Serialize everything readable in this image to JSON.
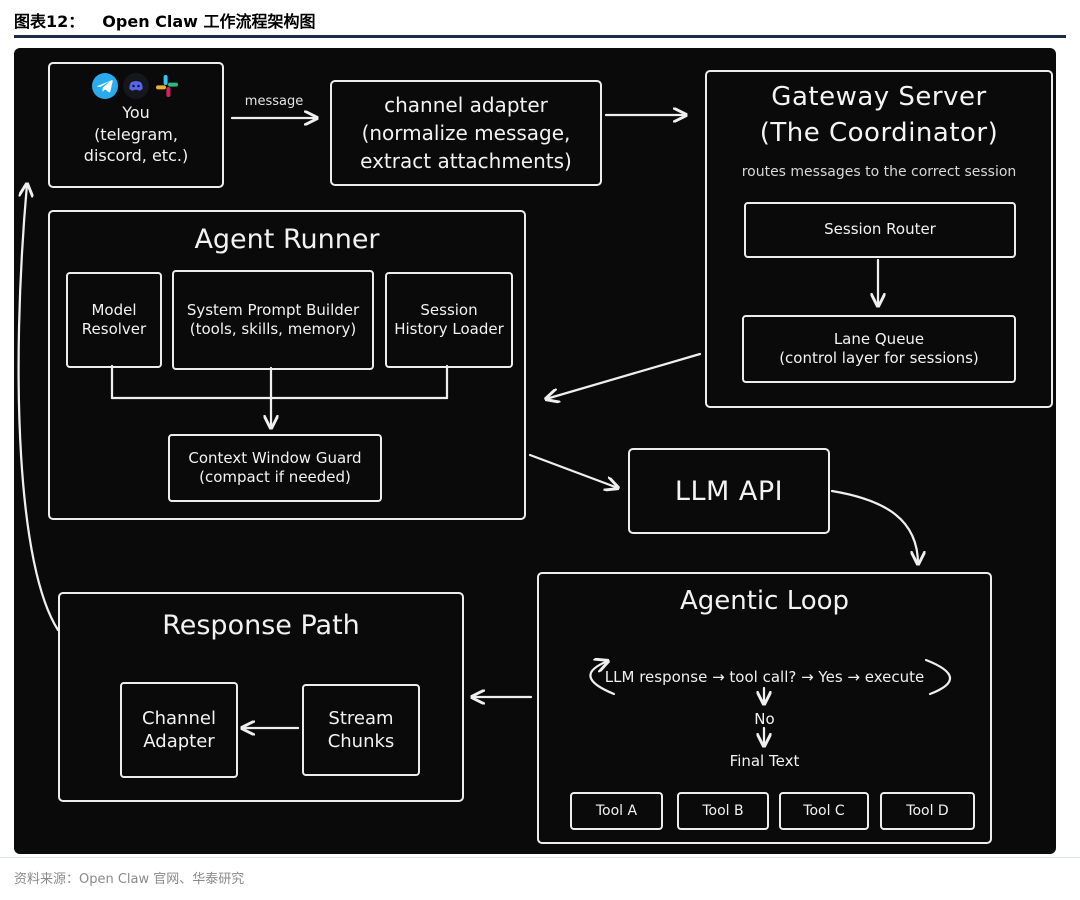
{
  "header": {
    "label": "图表12：",
    "title": "Open Claw 工作流程架构图"
  },
  "footer": {
    "source": "资料来源：Open Claw 官网、华泰研究"
  },
  "colors": {
    "rule": "#1C2B4A",
    "panel_bg": "#0A0A0A",
    "box_border": "#EDEDED",
    "text": "#F2F2F2",
    "footer_text": "#8A8A8A",
    "telegram": "#2AABEE",
    "discord": "#5865F2",
    "slack_blue": "#36C5F0",
    "slack_green": "#2EB67D",
    "slack_red": "#E01E5A",
    "slack_yellow": "#ECB22E"
  },
  "diagram": {
    "you": {
      "line1": "You",
      "line2": "(telegram,",
      "line3": "discord, etc.)"
    },
    "message_label": "message",
    "channel_adapter": {
      "line1": "channel adapter",
      "line2": "(normalize message,",
      "line3": "extract attachments)"
    },
    "gateway": {
      "title1": "Gateway Server",
      "title2": "(The Coordinator)",
      "subtitle": "routes messages to the correct session",
      "session_router": "Session Router",
      "lane_queue_1": "Lane Queue",
      "lane_queue_2": "(control layer for sessions)"
    },
    "agent_runner": {
      "title": "Agent Runner",
      "model_resolver_1": "Model",
      "model_resolver_2": "Resolver",
      "prompt_builder_1": "System Prompt Builder",
      "prompt_builder_2": "(tools, skills, memory)",
      "history_loader_1": "Session",
      "history_loader_2": "History Loader",
      "context_guard_1": "Context Window Guard",
      "context_guard_2": "(compact if needed)"
    },
    "llm_api": "LLM API",
    "agentic_loop": {
      "title": "Agentic Loop",
      "loop_text": "LLM response → tool call? → Yes → execute",
      "no_label": "No",
      "final_text": "Final Text",
      "tools": [
        "Tool A",
        "Tool B",
        "Tool C",
        "Tool D"
      ]
    },
    "response_path": {
      "title": "Response Path",
      "channel_adapter_1": "Channel",
      "channel_adapter_2": "Adapter",
      "stream_chunks_1": "Stream",
      "stream_chunks_2": "Chunks"
    }
  }
}
